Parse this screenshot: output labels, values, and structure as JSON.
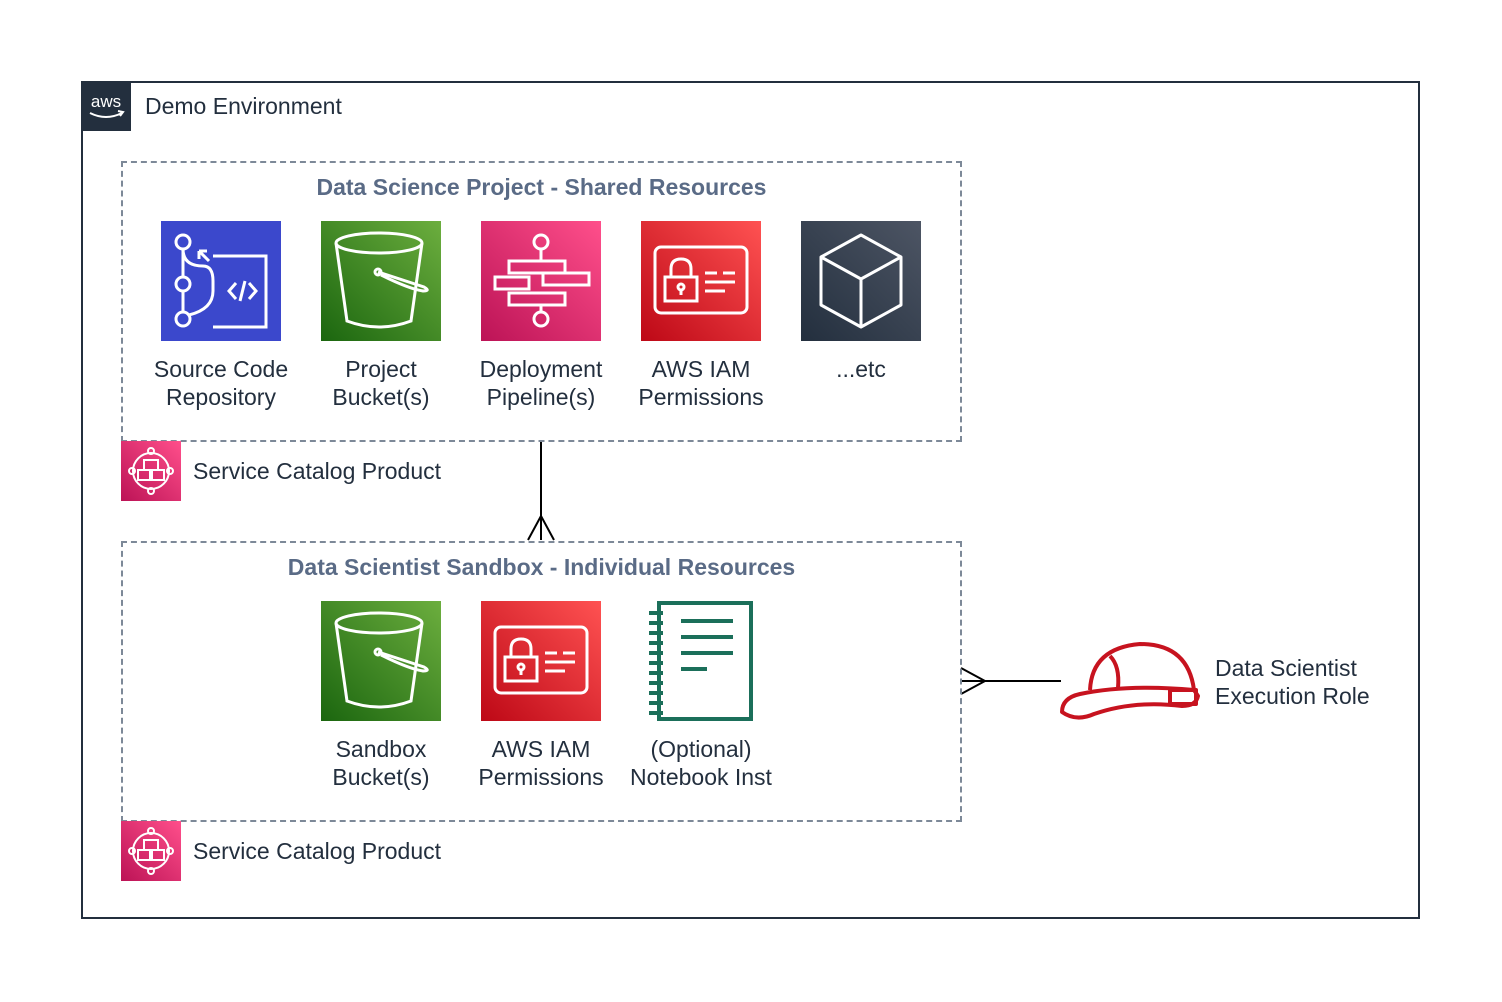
{
  "environment": {
    "title": "Demo Environment"
  },
  "project_group": {
    "title": "Data Science Project - Shared Resources",
    "items": [
      {
        "label_line1": "Source Code",
        "label_line2": "Repository",
        "icon": "code-repository-icon"
      },
      {
        "label_line1": "Project",
        "label_line2": "Bucket(s)",
        "icon": "s3-bucket-icon"
      },
      {
        "label_line1": "Deployment",
        "label_line2": "Pipeline(s)",
        "icon": "step-functions-icon"
      },
      {
        "label_line1": "AWS IAM",
        "label_line2": "Permissions",
        "icon": "iam-permissions-icon"
      },
      {
        "label_line1": "...etc",
        "label_line2": "",
        "icon": "cube-icon"
      }
    ],
    "catalog_label": "Service Catalog Product"
  },
  "sandbox_group": {
    "title": "Data Scientist Sandbox - Individual Resources",
    "items": [
      {
        "label_line1": "Sandbox",
        "label_line2": "Bucket(s)",
        "icon": "s3-bucket-icon"
      },
      {
        "label_line1": "AWS IAM",
        "label_line2": "Permissions",
        "icon": "iam-permissions-icon"
      },
      {
        "label_line1": "(Optional)",
        "label_line2": "Notebook Inst",
        "icon": "notebook-icon"
      }
    ],
    "catalog_label": "Service Catalog Product"
  },
  "role": {
    "label_line1": "Data Scientist",
    "label_line2": "Execution Role",
    "icon": "hard-hat-icon"
  },
  "colors": {
    "dark": "#232f3e",
    "dashed_border": "#7d8998",
    "group_title": "#5a6b86",
    "blue": "#3b48cc",
    "green": "#3f8624",
    "pink": "#e7157b",
    "red": "#dd344c",
    "teal": "#1b6f5a",
    "gray": "#3c4450",
    "hat_red": "#c7131f"
  }
}
